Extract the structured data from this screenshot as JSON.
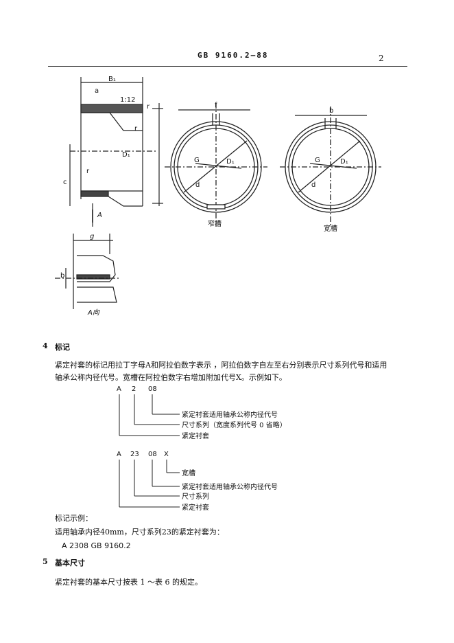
{
  "header": {
    "standard": "GB  9160.2—88",
    "page": "2"
  },
  "figure": {
    "label_b1": "B₁",
    "label_a": "a",
    "label_slope": "1:12",
    "label_r": "r",
    "label_d1": "D₁",
    "label_c": "c",
    "view_a": "A",
    "label_f": "f",
    "label_b": "b",
    "label_g": "G",
    "label_d": "d",
    "caption_narrow": "窄槽",
    "caption_wide": "宽槽",
    "label_g_small": "g",
    "caption_a_view": "A向"
  },
  "section4": {
    "number": "4",
    "title": "标记",
    "para1": "紧定衬套的标记用拉丁字母A和阿拉伯数字表示 ，阿拉伯数字自左至右分别表示尺寸系列代号和适用",
    "para2": "轴承公称内径代号。宽槽在阿拉伯数字右增加附加代号X。示例如下。",
    "ex1": {
      "c1": "A",
      "c2": "2",
      "c3": "08",
      "l1": "紧定衬套适用轴承公称内径代号",
      "l2": "尺寸系列（宽度系列代号 0 省略）",
      "l3": "紧定衬套"
    },
    "ex2": {
      "c1": "A",
      "c2": "23",
      "c3": "08",
      "c4": "X",
      "l1": "宽槽",
      "l2": "紧定衬套适用轴承公称内径代号",
      "l3": "尺寸系列",
      "l4": "紧定衬套"
    },
    "example_label": "标记示例：",
    "example_text": "适用轴承内径40mm，尺寸系列23的紧定衬套为：",
    "example_code": "A 2308   GB  9160.2"
  },
  "section5": {
    "number": "5",
    "title": "基本尺寸",
    "para": "紧定衬套的基本尺寸按表 1 ～表 6 的规定。"
  }
}
